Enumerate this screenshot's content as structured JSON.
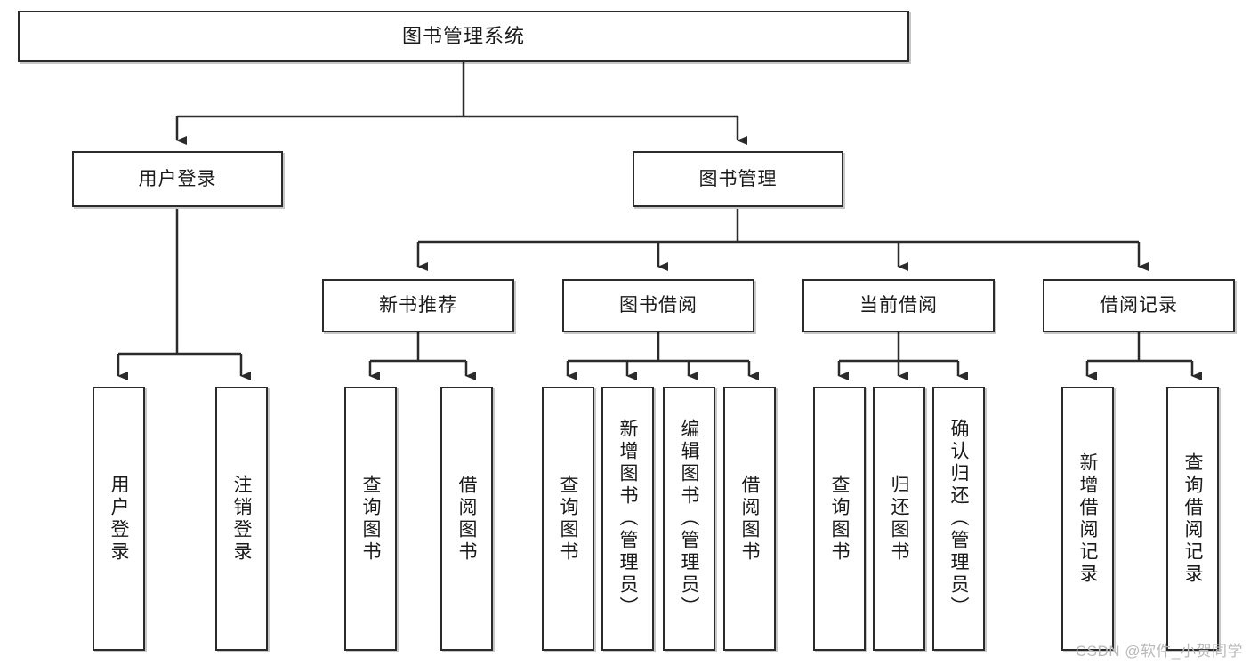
{
  "diagram": {
    "title": "图书管理系统",
    "type": "tree",
    "watermark": "CSDN @软件_小贺同学",
    "colors": {
      "box_border": "#2b2b2b",
      "box_fill": "#ffffff",
      "connector": "#2b2b2b",
      "background": "#ffffff",
      "watermark": "#b9b9b9"
    },
    "root": {
      "label": "图书管理系统"
    },
    "level2": [
      {
        "id": "user-login",
        "label": "用户登录"
      },
      {
        "id": "book-management",
        "label": "图书管理"
      }
    ],
    "level3": [
      {
        "id": "new-book-recommend",
        "label": "新书推荐"
      },
      {
        "id": "book-borrow",
        "label": "图书借阅"
      },
      {
        "id": "current-borrow",
        "label": "当前借阅"
      },
      {
        "id": "borrow-record",
        "label": "借阅记录"
      }
    ],
    "leaves": {
      "user_login": [
        {
          "id": "leaf-user-login",
          "label": "用户登录"
        },
        {
          "id": "leaf-logout-login",
          "label": "注销登录"
        }
      ],
      "new_book_recommend": [
        {
          "id": "leaf-query-book-1",
          "label": "查询图书"
        },
        {
          "id": "leaf-borrow-book-1",
          "label": "借阅图书"
        }
      ],
      "book_borrow": [
        {
          "id": "leaf-query-book-2",
          "label": "查询图书"
        },
        {
          "id": "leaf-add-book",
          "label": "新增图书（管理员）"
        },
        {
          "id": "leaf-edit-book",
          "label": "编辑图书（管理员）"
        },
        {
          "id": "leaf-borrow-book-2",
          "label": "借阅图书"
        }
      ],
      "current_borrow": [
        {
          "id": "leaf-query-book-3",
          "label": "查询图书"
        },
        {
          "id": "leaf-return-book",
          "label": "归还图书"
        },
        {
          "id": "leaf-confirm-return",
          "label": "确认归还（管理员）"
        }
      ],
      "borrow_record": [
        {
          "id": "leaf-add-record",
          "label": "新增借阅记录"
        },
        {
          "id": "leaf-query-record",
          "label": "查询借阅记录"
        }
      ]
    }
  }
}
